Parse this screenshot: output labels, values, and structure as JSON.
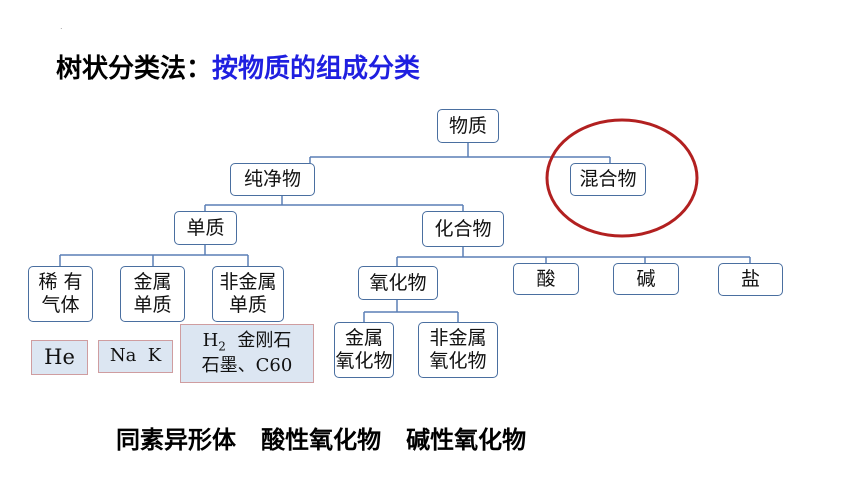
{
  "header": {
    "marker": ".",
    "title_prefix": "树状分类法：",
    "title_highlight": "按物质的组成分类"
  },
  "tree": {
    "root": "物质",
    "pure": "纯净物",
    "mixture": "混合物",
    "elements": "单质",
    "compounds": "化合物",
    "noble_gas": "稀 有\n气体",
    "metal_element": "金属\n单质",
    "nonmetal_element": "非金属\n单质",
    "oxides": "氧化物",
    "acid": "酸",
    "base": "碱",
    "salt": "盐",
    "metal_oxide": "金属\n氧化物",
    "nonmetal_oxide": "非金属\n氧化物"
  },
  "examples": {
    "noble_gas": "He",
    "metals": "Na  K",
    "nonmetals_line1_symbol": "H",
    "nonmetals_line1_sub": "2",
    "nonmetals_line1_rest": "  金刚石",
    "nonmetals_line2": "石墨、C60"
  },
  "footer": {
    "terms": "同素异形体   酸性氧化物   碱性氧化物"
  },
  "colors": {
    "title_highlight": "#1f1fe0",
    "box_border": "#4a6fa0",
    "connector": "#5a7fb5",
    "example_fill": "#dce6f2",
    "highlight_circle": "#b22020"
  }
}
